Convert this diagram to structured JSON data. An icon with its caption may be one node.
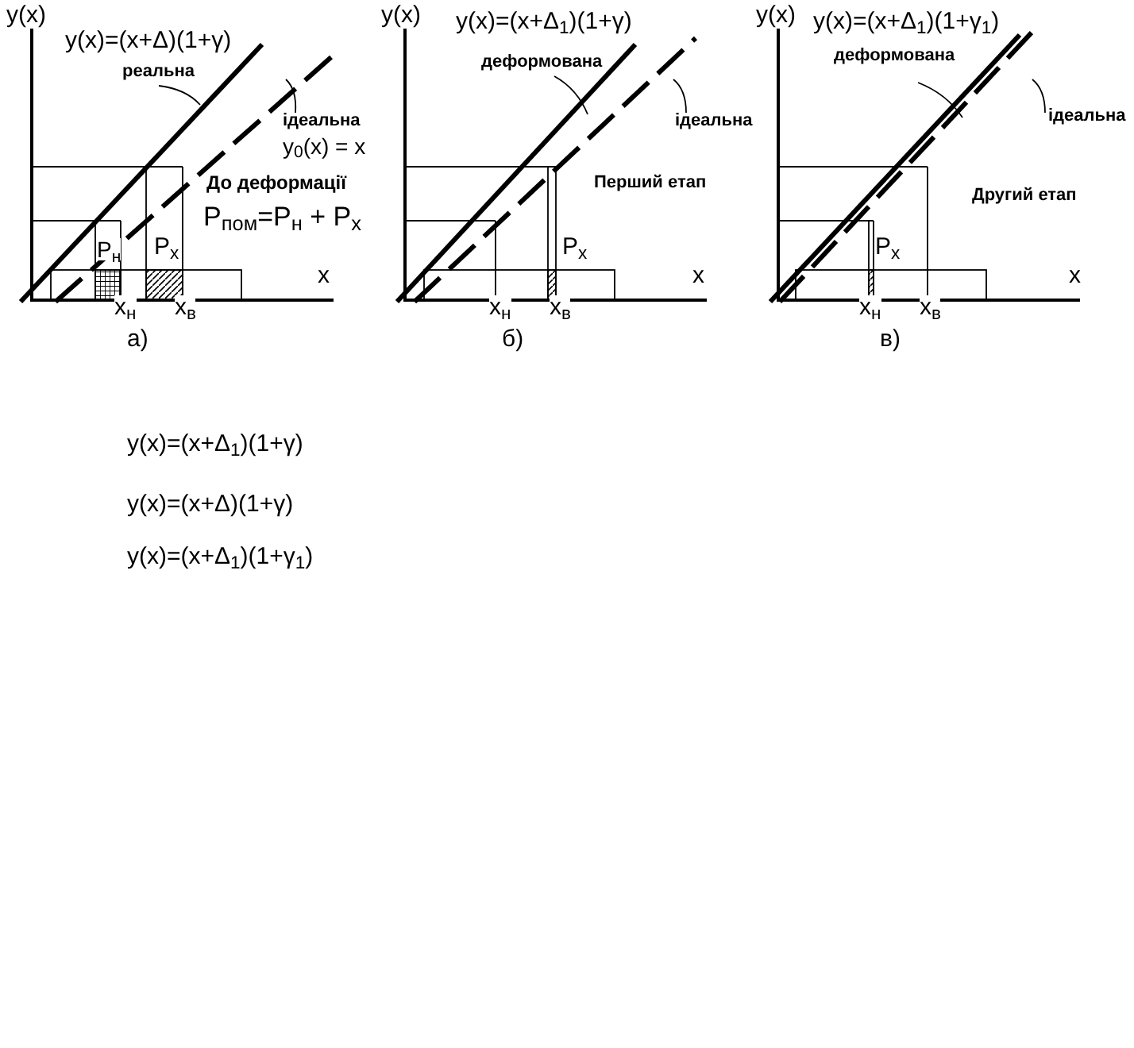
{
  "diagram": {
    "nodes": [
      {
        "text": [
          "реальна"
        ]
      },
      {
        "text": [
          "ідеальна",
          "y$_{0}$(x) = x"
        ]
      },
      {
        "text": [
          "деформована"
        ]
      },
      {
        "text": [
          "ідеальна"
        ]
      },
      {
        "text": [
          "деформована"
        ]
      },
      {
        "text": [
          "ідеальна"
        ]
      }
    ],
    "edges": [
      {
        "from": 0,
        "to": null,
        "arrow": "none"
      },
      {
        "from": 1,
        "to": null,
        "arrow": "none"
      },
      {
        "from": 2,
        "to": null,
        "arrow": "none"
      },
      {
        "from": 3,
        "to": null,
        "arrow": "none"
      },
      {
        "from": 4,
        "to": null,
        "arrow": "none"
      },
      {
        "from": 5,
        "to": null,
        "arrow": "none"
      }
    ],
    "labels": [
      "y(x)",
      "y(x)=(x+Δ)(1+γ)",
      "До деформації",
      "P$_{пом}$=P$_{н}$ + P$_{x}$",
      "P$_{н}$",
      "P$_{x}$",
      "x",
      "x$_{н}$",
      "x$_{в}$",
      "а)",
      "y(x)",
      "y(x)=(x+Δ$_{1}$)(1+γ)",
      "Перший етап",
      "P$_{x}$",
      "x",
      "x$_{н}$",
      "x$_{в}$",
      "б)",
      "y(x)",
      "y(x)=(x+Δ$_{1}$)(1+γ$_{1}$)",
      "Другий етап",
      "P$_{x}$",
      "x",
      "x$_{н}$",
      "x$_{в}$",
      "в)",
      "y(x)=(x+Δ$_{1}$)(1+γ)",
      "y(x)=(x+Δ)(1+γ)",
      "y(x)=(x+Δ$_{1}$)(1+γ$_{1}$)"
    ]
  }
}
